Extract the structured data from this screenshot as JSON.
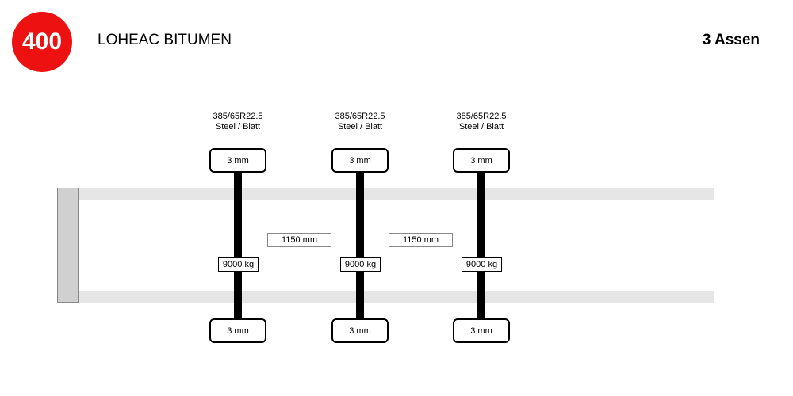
{
  "header": {
    "badge": "400",
    "title": "LOHEAC BITUMEN",
    "axle_count": "3 Assen"
  },
  "axles": [
    {
      "tire_size": "385/65R22.5",
      "tire_type": "Steel / Blatt",
      "top_tread": "3 mm",
      "bottom_tread": "3 mm",
      "load": "9000 kg"
    },
    {
      "tire_size": "385/65R22.5",
      "tire_type": "Steel / Blatt",
      "top_tread": "3 mm",
      "bottom_tread": "3 mm",
      "load": "9000 kg"
    },
    {
      "tire_size": "385/65R22.5",
      "tire_type": "Steel / Blatt",
      "top_tread": "3 mm",
      "bottom_tread": "3 mm",
      "load": "9000 kg"
    }
  ],
  "spacings": [
    "1150 mm",
    "1150 mm"
  ],
  "colors": {
    "badge": "#ee1111",
    "rail": "#e6e6e6",
    "frame_end": "#d0d0d0"
  }
}
